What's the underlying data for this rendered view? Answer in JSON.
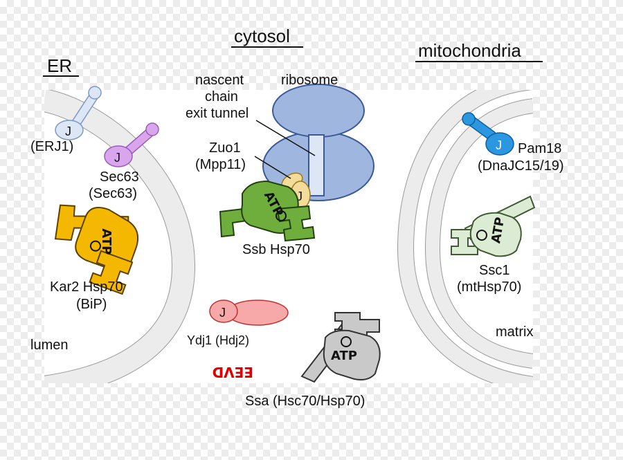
{
  "headings": {
    "er": "ER",
    "cytosol": "cytosol",
    "mitochondria": "mitochondria"
  },
  "labels": {
    "erj1": "(ERJ1)",
    "sec63_a": "Sec63",
    "sec63_b": "(Sec63)",
    "kar2_a": "Kar2 Hsp70",
    "kar2_b": "(BiP)",
    "lumen": "lumen",
    "nascent_1": "nascent",
    "nascent_2": "chain",
    "nascent_3": "exit tunnel",
    "ribosome": "ribosome",
    "zuo1_a": "Zuo1",
    "zuo1_b": "(Mpp11)",
    "ssb": "Ssb Hsp70",
    "ydj1": "Ydj1 (Hdj2)",
    "ssa": "Ssa (Hsc70/Hsp70)",
    "eevd": "EEVD",
    "pam18_a": "Pam18",
    "pam18_b": "(DnaJC15/19)",
    "ssc1_a": "Ssc1",
    "ssc1_b": "(mtHsp70)",
    "matrix": "matrix"
  },
  "glyphs": {
    "j": "J",
    "atp": "ATP"
  },
  "colors": {
    "erj1": "#dce6f5",
    "sec63": "#d9a6ee",
    "kar2": "#f5b800",
    "ribosome": "#9fb6de",
    "zuo1": "#f3dc9a",
    "ssb": "#6fae3c",
    "ydj1": "#f7a9a9",
    "ssa": "#c9c9c9",
    "pam18": "#2a97e0",
    "ssc1": "#dcebd4",
    "eevd": "#e00000",
    "membrane": "#ececec"
  }
}
